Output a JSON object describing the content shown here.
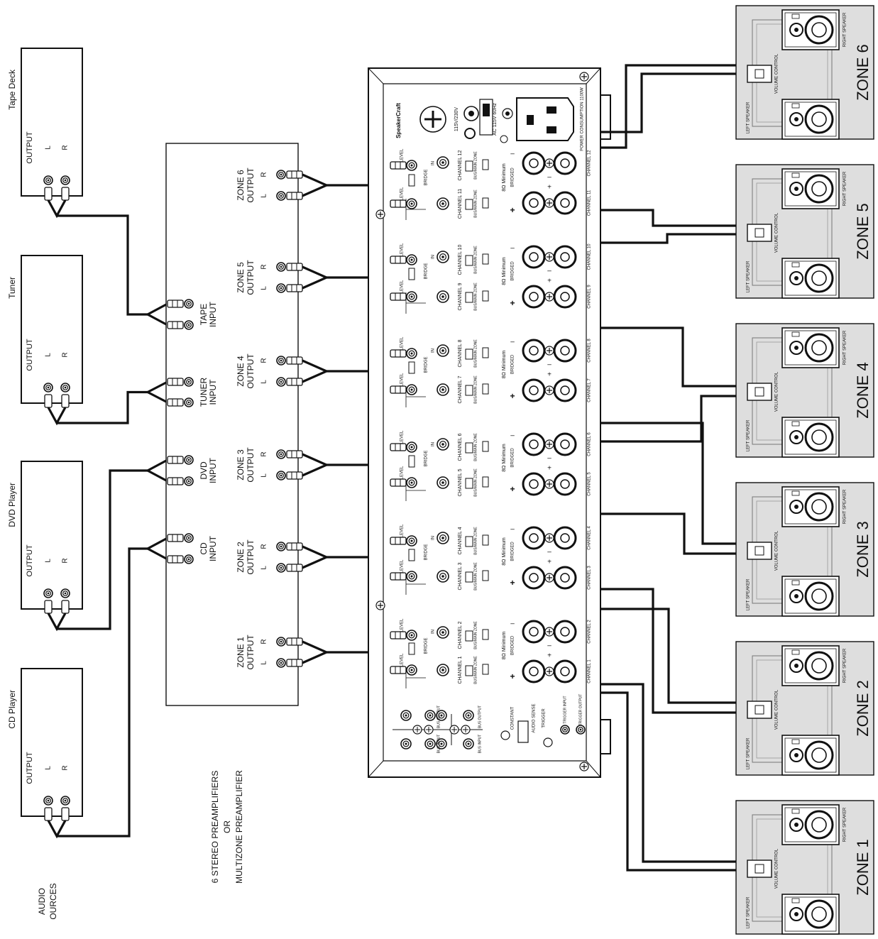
{
  "sources": {
    "caption": [
      "AUDIO",
      "OURCES"
    ],
    "devices": [
      {
        "name": "Tape Deck",
        "output": "OUTPUT",
        "l": "L",
        "r": "R"
      },
      {
        "name": "Tuner",
        "output": "OUTPUT",
        "l": "L",
        "r": "R"
      },
      {
        "name": "DVD Player",
        "output": "OUTPUT",
        "l": "L",
        "r": "R"
      },
      {
        "name": "CD Player",
        "output": "OUTPUT",
        "l": "L",
        "r": "R"
      }
    ]
  },
  "preamp": {
    "caption": [
      "6 STEREO PREAMPLIFIERS",
      "OR",
      "MULTIZONE PREAMPLIFIER"
    ],
    "inputs": [
      {
        "line1": "TAPE",
        "line2": "INPUT"
      },
      {
        "line1": "TUNER",
        "line2": "INPUT"
      },
      {
        "line1": "DVD",
        "line2": "INPUT"
      },
      {
        "line1": "CD",
        "line2": "INPUT"
      }
    ],
    "outputs": [
      {
        "line1": "ZONE 6",
        "line2": "OUTPUT",
        "l": "L",
        "r": "R"
      },
      {
        "line1": "ZONE 5",
        "line2": "OUTPUT",
        "l": "L",
        "r": "R"
      },
      {
        "line1": "ZONE 4",
        "line2": "OUTPUT",
        "l": "L",
        "r": "R"
      },
      {
        "line1": "ZONE 3",
        "line2": "OUTPUT",
        "l": "L",
        "r": "R"
      },
      {
        "line1": "ZONE 2",
        "line2": "OUTPUT",
        "l": "L",
        "r": "R"
      },
      {
        "line1": "ZONE 1",
        "line2": "OUTPUT",
        "l": "L",
        "r": "R"
      }
    ]
  },
  "amplifier": {
    "brand": "SpeakerCraft",
    "voltage": "115V/230V",
    "ac_rating": "AC 115V 60Hz",
    "power_consumption": "POWER CONSUMPTION 1100W",
    "min_impedance": "8Ω Minimum",
    "bridged": "BRIDGED",
    "bridge": "BRIDGE",
    "level": "LEVEL",
    "bus_main_zone": "BUS/MAIN ZONE",
    "in": "IN",
    "plus": "+",
    "minus": "–",
    "channel_pairs": [
      {
        "left": "CHANNEL 11",
        "right": "CHANNEL 12",
        "out_left": "CHANNEL 11",
        "out_right": "CHANNEL 12"
      },
      {
        "left": "CHANNEL 9",
        "right": "CHANNEL 10",
        "out_left": "CHANNEL 9",
        "out_right": "CHANNEL 10"
      },
      {
        "left": "CHANNEL 7",
        "right": "CHANNEL 8",
        "out_left": "CHANNEL 7",
        "out_right": "CHANNEL 8"
      },
      {
        "left": "CHANNEL 5",
        "right": "CHANNEL 6",
        "out_left": "CHANNEL 5",
        "out_right": "CHANNEL 6"
      },
      {
        "left": "CHANNEL 3",
        "right": "CHANNEL 4",
        "out_left": "CHANNEL 3",
        "out_right": "CHANNEL 4"
      },
      {
        "left": "CHANNEL 1",
        "right": "CHANNEL 2",
        "out_left": "CHANNEL 1",
        "out_right": "CHANNEL 2"
      }
    ],
    "bottom_panel": {
      "bus_input": "BUS INPUT",
      "bus_output": "BUS OUTPUT",
      "constant": "CONSTANT",
      "audio_sense": "AUDIO SENSE",
      "trigger": "TRIGGER",
      "trigger_in": "TRIGGER INPUT",
      "trigger_out": "TRIGGER OUTPUT"
    }
  },
  "zones": [
    {
      "label": "ZONE 6",
      "right": "RIGHT SPEAKER",
      "left": "LEFT SPEAKER",
      "vc": "VOLUME CONTROL"
    },
    {
      "label": "ZONE 5",
      "right": "RIGHT SPEAKER",
      "left": "LEFT SPEAKER",
      "vc": "VOLUME CONTROL"
    },
    {
      "label": "ZONE 4",
      "right": "RIGHT SPEAKER",
      "left": "LEFT SPEAKER",
      "vc": "VOLUME CONTROL"
    },
    {
      "label": "ZONE 3",
      "right": "RIGHT SPEAKER",
      "left": "LEFT SPEAKER",
      "vc": "VOLUME CONTROL"
    },
    {
      "label": "ZONE 2",
      "right": "RIGHT SPEAKER",
      "left": "LEFT SPEAKER",
      "vc": "VOLUME CONTROL"
    },
    {
      "label": "ZONE 1",
      "right": "RIGHT SPEAKER",
      "left": "LEFT SPEAKER",
      "vc": "VOLUME CONTROL"
    }
  ],
  "colors": {
    "zone_fill": "#dedede",
    "line": "#111111",
    "panel": "#ffffff"
  }
}
